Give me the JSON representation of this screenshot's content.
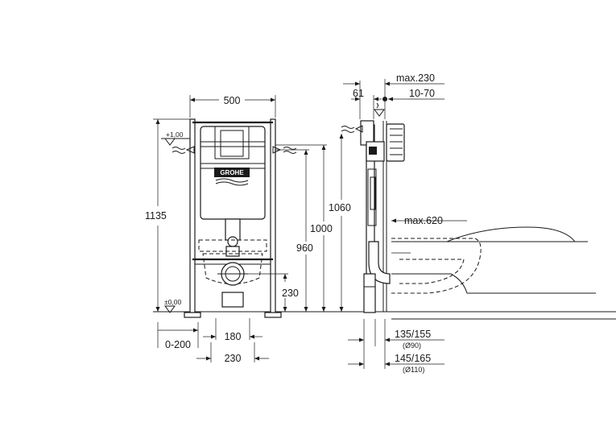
{
  "brand": "GROHE",
  "front": {
    "width": "500",
    "height_total": "1135",
    "level_top": "+1,00",
    "level_floor": "±0,00",
    "h_1000": "1000",
    "h_960": "960",
    "h_230": "230",
    "w_180": "180",
    "w_230": "230",
    "range_0_200": "0-200"
  },
  "side": {
    "max230": "max.230",
    "d61": "61",
    "d10_70": "10-70",
    "h_1060": "1060",
    "max620": "max.620",
    "d135_155": "135/155",
    "dia90": "(Ø90)",
    "d145_165": "145/165",
    "dia110": "(Ø110)"
  }
}
